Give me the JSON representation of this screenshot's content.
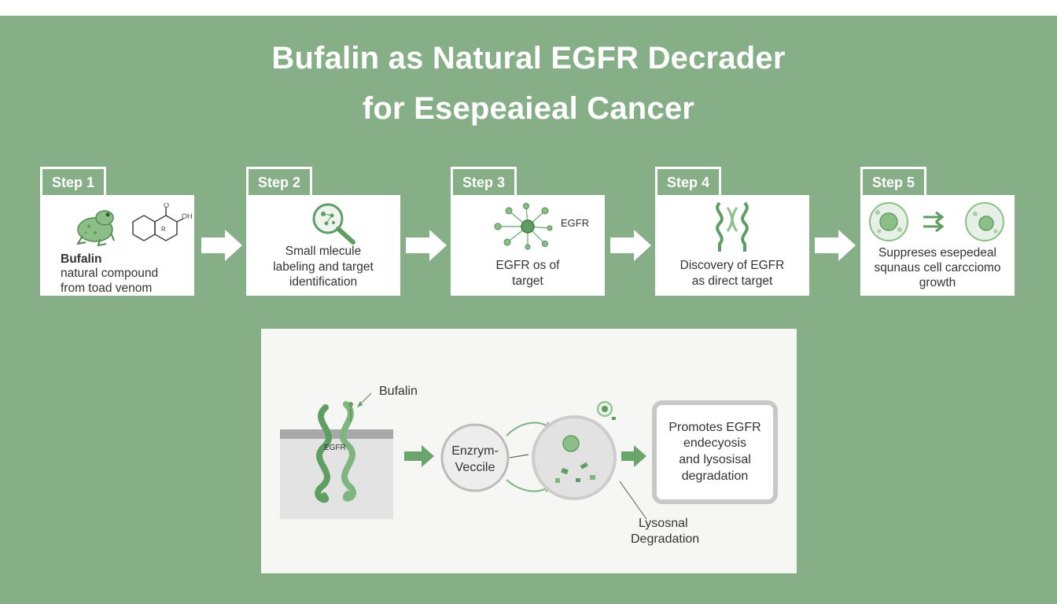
{
  "title": {
    "line1": "Bufalin as Natural EGFR Decrader",
    "line2": "for Esepeaieal Cancer"
  },
  "steps": [
    {
      "tab": "Step 1",
      "heading": "Bufalin",
      "line1": "natural compound",
      "line2": "from toad venom",
      "chem_label_o": "O",
      "chem_label_oh": "OH",
      "chem_label_r": "R"
    },
    {
      "tab": "Step 2",
      "line1": "Small mlecule",
      "line2": "labeling and target",
      "line3": "identification"
    },
    {
      "tab": "Step 3",
      "icon_label": "EGFR",
      "line1": "EGFR os of",
      "line2": "target"
    },
    {
      "tab": "Step 4",
      "line1": "Discovery of EGFR",
      "line2": "as direct target"
    },
    {
      "tab": "Step 5",
      "line1": "Suppreses esepedeal",
      "line2": "squnaus cell carcciomo",
      "line3": "growth"
    }
  ],
  "mechanism": {
    "bufalin_label": "Bufalin",
    "egfr_label": "EGFR",
    "vesicle_line1": "Enzrym-",
    "vesicle_line2": "Veccile",
    "result_line1": "Promotes EGFR",
    "result_line2": "endecyosis",
    "result_line3": "and lysosisal",
    "result_line4": "degradation",
    "lysosome_line1": "Lysosnal",
    "lysosome_line2": "Degradation"
  },
  "colors": {
    "background": "#86ae87",
    "accent_green": "#5f9e62",
    "panel": "#f6f6f4"
  },
  "icons": [
    "toad-icon",
    "chemical-structure-icon",
    "magnifier-icon",
    "network-icon",
    "protein-helix-icon",
    "cell-icon",
    "double-arrow-icon",
    "arrow-right-icon"
  ]
}
